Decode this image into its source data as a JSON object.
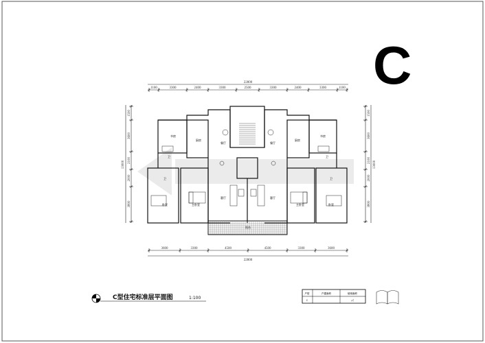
{
  "sheet_letter": "C",
  "title": "C型住宅标准层平面图",
  "scale": "1:100",
  "dimensions": {
    "top_total": "22800",
    "top": [
      "1100",
      "3300",
      "2400",
      "3300",
      "2500",
      "3300",
      "2400",
      "3300",
      "1100"
    ],
    "bottom": [
      "3600",
      "3300",
      "4500",
      "4500",
      "3300",
      "3600"
    ],
    "bottom_total": "22800",
    "left": [
      "1500",
      "3600",
      "2100",
      "2000",
      "3800"
    ],
    "left_total": "13000",
    "right": [
      "1500",
      "3600",
      "2100",
      "2000",
      "3800"
    ],
    "right_total": "13000"
  },
  "rooms": {
    "left": [
      "书房",
      "厨房",
      "餐厅",
      "卫",
      "卫",
      "主卧室",
      "卧室",
      "客厅"
    ],
    "right": [
      "书房",
      "厨房",
      "餐厅",
      "卫",
      "卫",
      "主卧室",
      "卧室",
      "客厅"
    ],
    "balcony": "阳台"
  },
  "title_block": {
    "headers": [
      "户型",
      "户建面积",
      "使用面积"
    ],
    "row": [
      "C",
      "",
      "㎡"
    ]
  }
}
